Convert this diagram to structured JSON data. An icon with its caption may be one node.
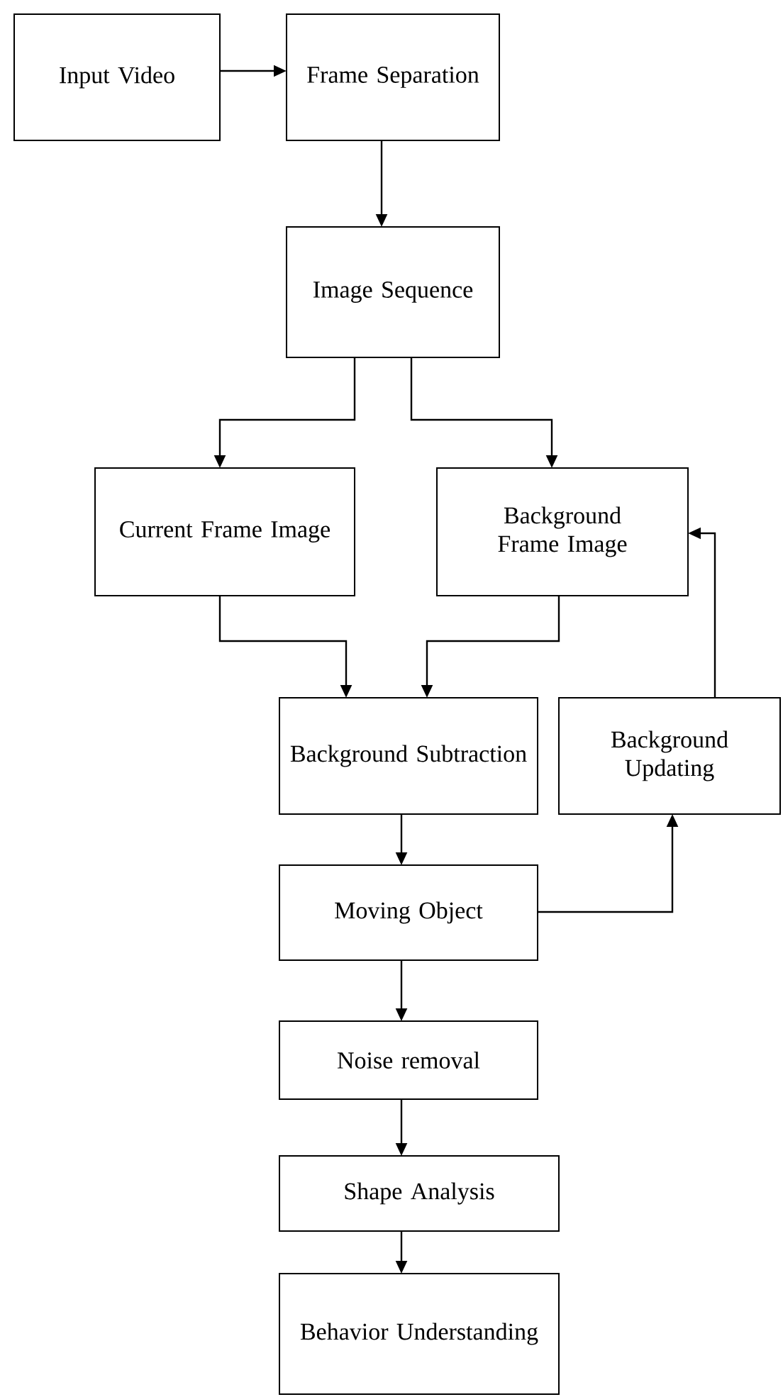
{
  "diagram": {
    "nodes": [
      {
        "text": [
          "Input Video"
        ]
      },
      {
        "text": [
          "Frame Separation"
        ]
      },
      {
        "text": [
          "Image Sequence"
        ]
      },
      {
        "text": [
          "Current Frame Image"
        ]
      },
      {
        "text": [
          "Background Frame Image"
        ]
      },
      {
        "text": [
          "Background Subtraction"
        ]
      },
      {
        "text": [
          "Background Updating"
        ]
      },
      {
        "text": [
          "Moving Object"
        ]
      },
      {
        "text": [
          "Noise removal"
        ]
      },
      {
        "text": [
          "Shape Analysis"
        ]
      },
      {
        "text": [
          "Behavior Understanding"
        ]
      }
    ],
    "edges": [
      {
        "from": 0,
        "to": 1,
        "arrow": "to"
      },
      {
        "from": 1,
        "to": 2,
        "arrow": "to"
      },
      {
        "from": 2,
        "to": 3,
        "arrow": "to"
      },
      {
        "from": 2,
        "to": 4,
        "arrow": "to"
      },
      {
        "from": 3,
        "to": 5,
        "arrow": "to"
      },
      {
        "from": 4,
        "to": 5,
        "arrow": "to"
      },
      {
        "from": 6,
        "to": 4,
        "arrow": "to"
      },
      {
        "from": 5,
        "to": 7,
        "arrow": "to"
      },
      {
        "from": 7,
        "to": 6,
        "arrow": "to"
      },
      {
        "from": 7,
        "to": 8,
        "arrow": "to"
      },
      {
        "from": 8,
        "to": 9,
        "arrow": "to"
      },
      {
        "from": 9,
        "to": 10,
        "arrow": "to"
      }
    ]
  }
}
